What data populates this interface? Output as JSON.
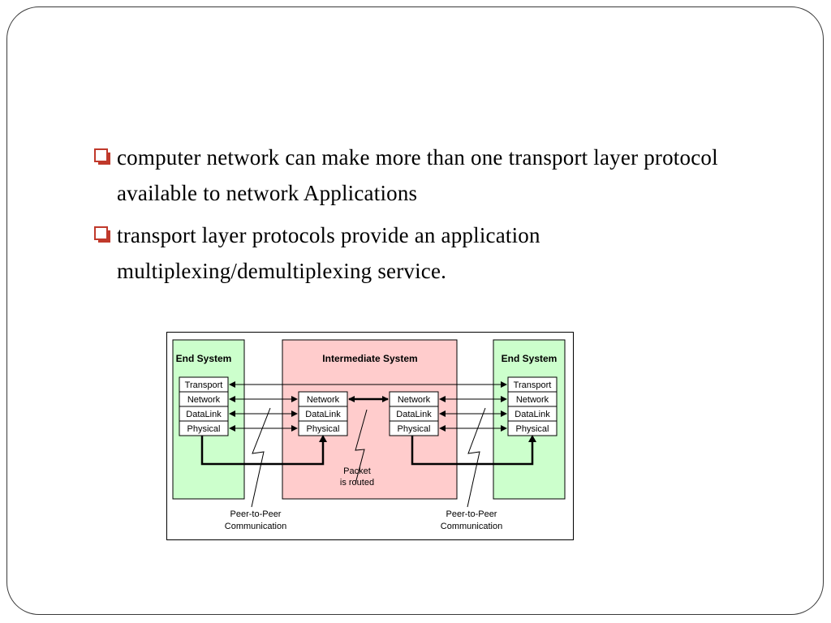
{
  "bullets": [
    "computer network can make more than one transport layer protocol available to network Applications",
    "transport layer protocols provide an application multiplexing/demultiplexing service."
  ],
  "diagram": {
    "left_system": {
      "title": "End System",
      "layers": [
        "Transport",
        "Network",
        "DataLink",
        "Physical"
      ]
    },
    "middle_system": {
      "title": "Intermediate System",
      "left_stack": [
        "Network",
        "DataLink",
        "Physical"
      ],
      "right_stack": [
        "Network",
        "DataLink",
        "Physical"
      ]
    },
    "right_system": {
      "title": "End System",
      "layers": [
        "Transport",
        "Network",
        "DataLink",
        "Physical"
      ]
    },
    "packet_label": [
      "Packet",
      "is routed"
    ],
    "peer_left": [
      "Peer-to-Peer",
      "Communication"
    ],
    "peer_right": [
      "Peer-to-Peer",
      "Communication"
    ],
    "colors": {
      "end_system": "#ccffcc",
      "intermediate": "#ffcccc"
    }
  }
}
